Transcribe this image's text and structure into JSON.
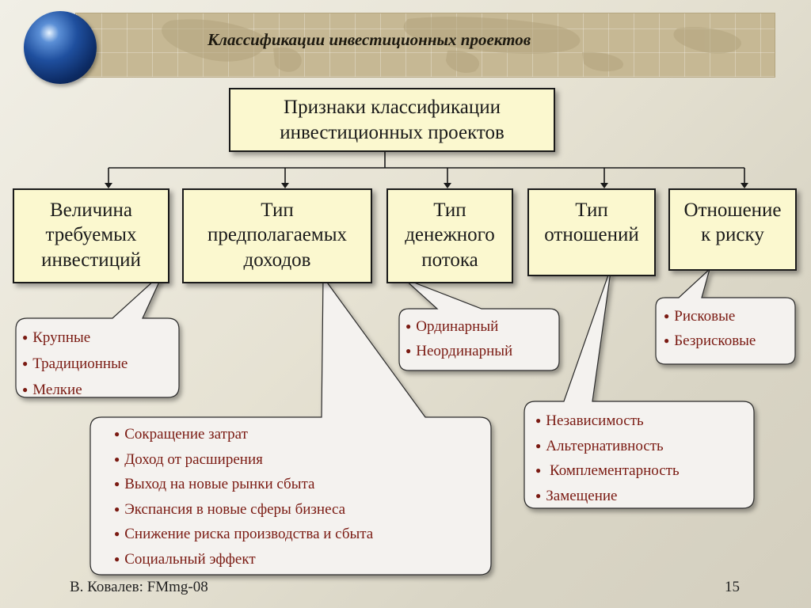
{
  "slide": {
    "title": "Классификации инвестиционных проектов",
    "footer_left": "В. Ковалев: FMmg-08",
    "page_number": "15"
  },
  "diagram": {
    "root": {
      "line1": "Признаки классификации",
      "line2": "инвестиционных проектов"
    },
    "categories": [
      {
        "lines": [
          "Величина",
          "требуемых",
          "инвестиций"
        ],
        "items": [
          "Крупные",
          "Традиционные",
          "Мелкие"
        ]
      },
      {
        "lines": [
          "Тип",
          "предполагаемых",
          "доходов"
        ],
        "items": [
          "Сокращение затрат",
          "Доход от расширения",
          "Выход на новые рынки сбыта",
          "Экспансия в новые сферы бизнеса",
          "Снижение  риска производства и сбыта",
          "Социальный эффект"
        ]
      },
      {
        "lines": [
          "Тип",
          "денежного",
          "потока"
        ],
        "items": [
          "Ординарный",
          "Неординарный"
        ]
      },
      {
        "lines": [
          "Тип",
          "отношений"
        ],
        "items": [
          "Независимость",
          "Альтернативность",
          " Комплементарность",
          "Замещение"
        ]
      },
      {
        "lines": [
          "Отношение",
          "к риску"
        ],
        "items": [
          "Рисковые",
          "Безрисковые"
        ]
      }
    ]
  },
  "colors": {
    "box_fill": "#fbf8cf",
    "list_text": "#7a1a12",
    "banner": "#c6b894"
  },
  "icons": {
    "logo": "globe-icon",
    "bullet": "bullet-dot-icon"
  }
}
